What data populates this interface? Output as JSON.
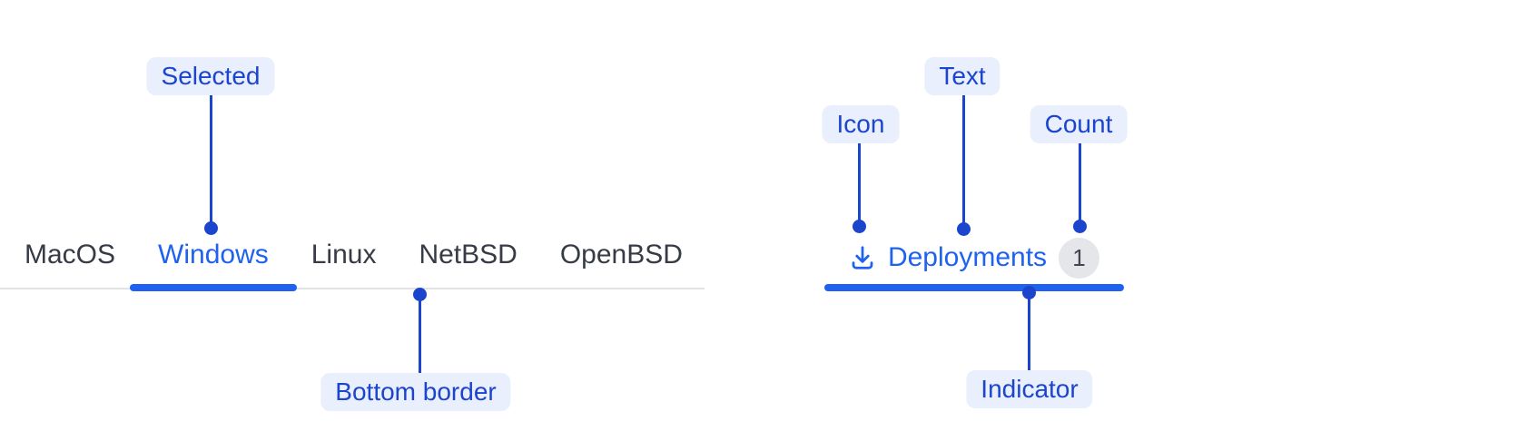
{
  "figure": {
    "left_tabs": {
      "items": [
        {
          "label": "MacOS"
        },
        {
          "label": "Windows"
        },
        {
          "label": "Linux"
        },
        {
          "label": "NetBSD"
        },
        {
          "label": "OpenBSD"
        }
      ],
      "selected_label": "Windows"
    },
    "deployments_tab": {
      "icon": "download-icon",
      "label": "Deployments",
      "count": "1"
    },
    "annotations": {
      "selected": "Selected",
      "bottom_border": "Bottom border",
      "icon": "Icon",
      "text": "Text",
      "count": "Count",
      "indicator": "Indicator"
    }
  },
  "colors": {
    "accent": "#1f62f0",
    "annotation": "#1c45cd",
    "annotation_bg": "#e9effc",
    "divider": "#e3e3e5",
    "tab_text": "#363b46",
    "badge_bg": "#e4e6ea",
    "badge_text": "#40454f",
    "bg": "#ffffff"
  }
}
